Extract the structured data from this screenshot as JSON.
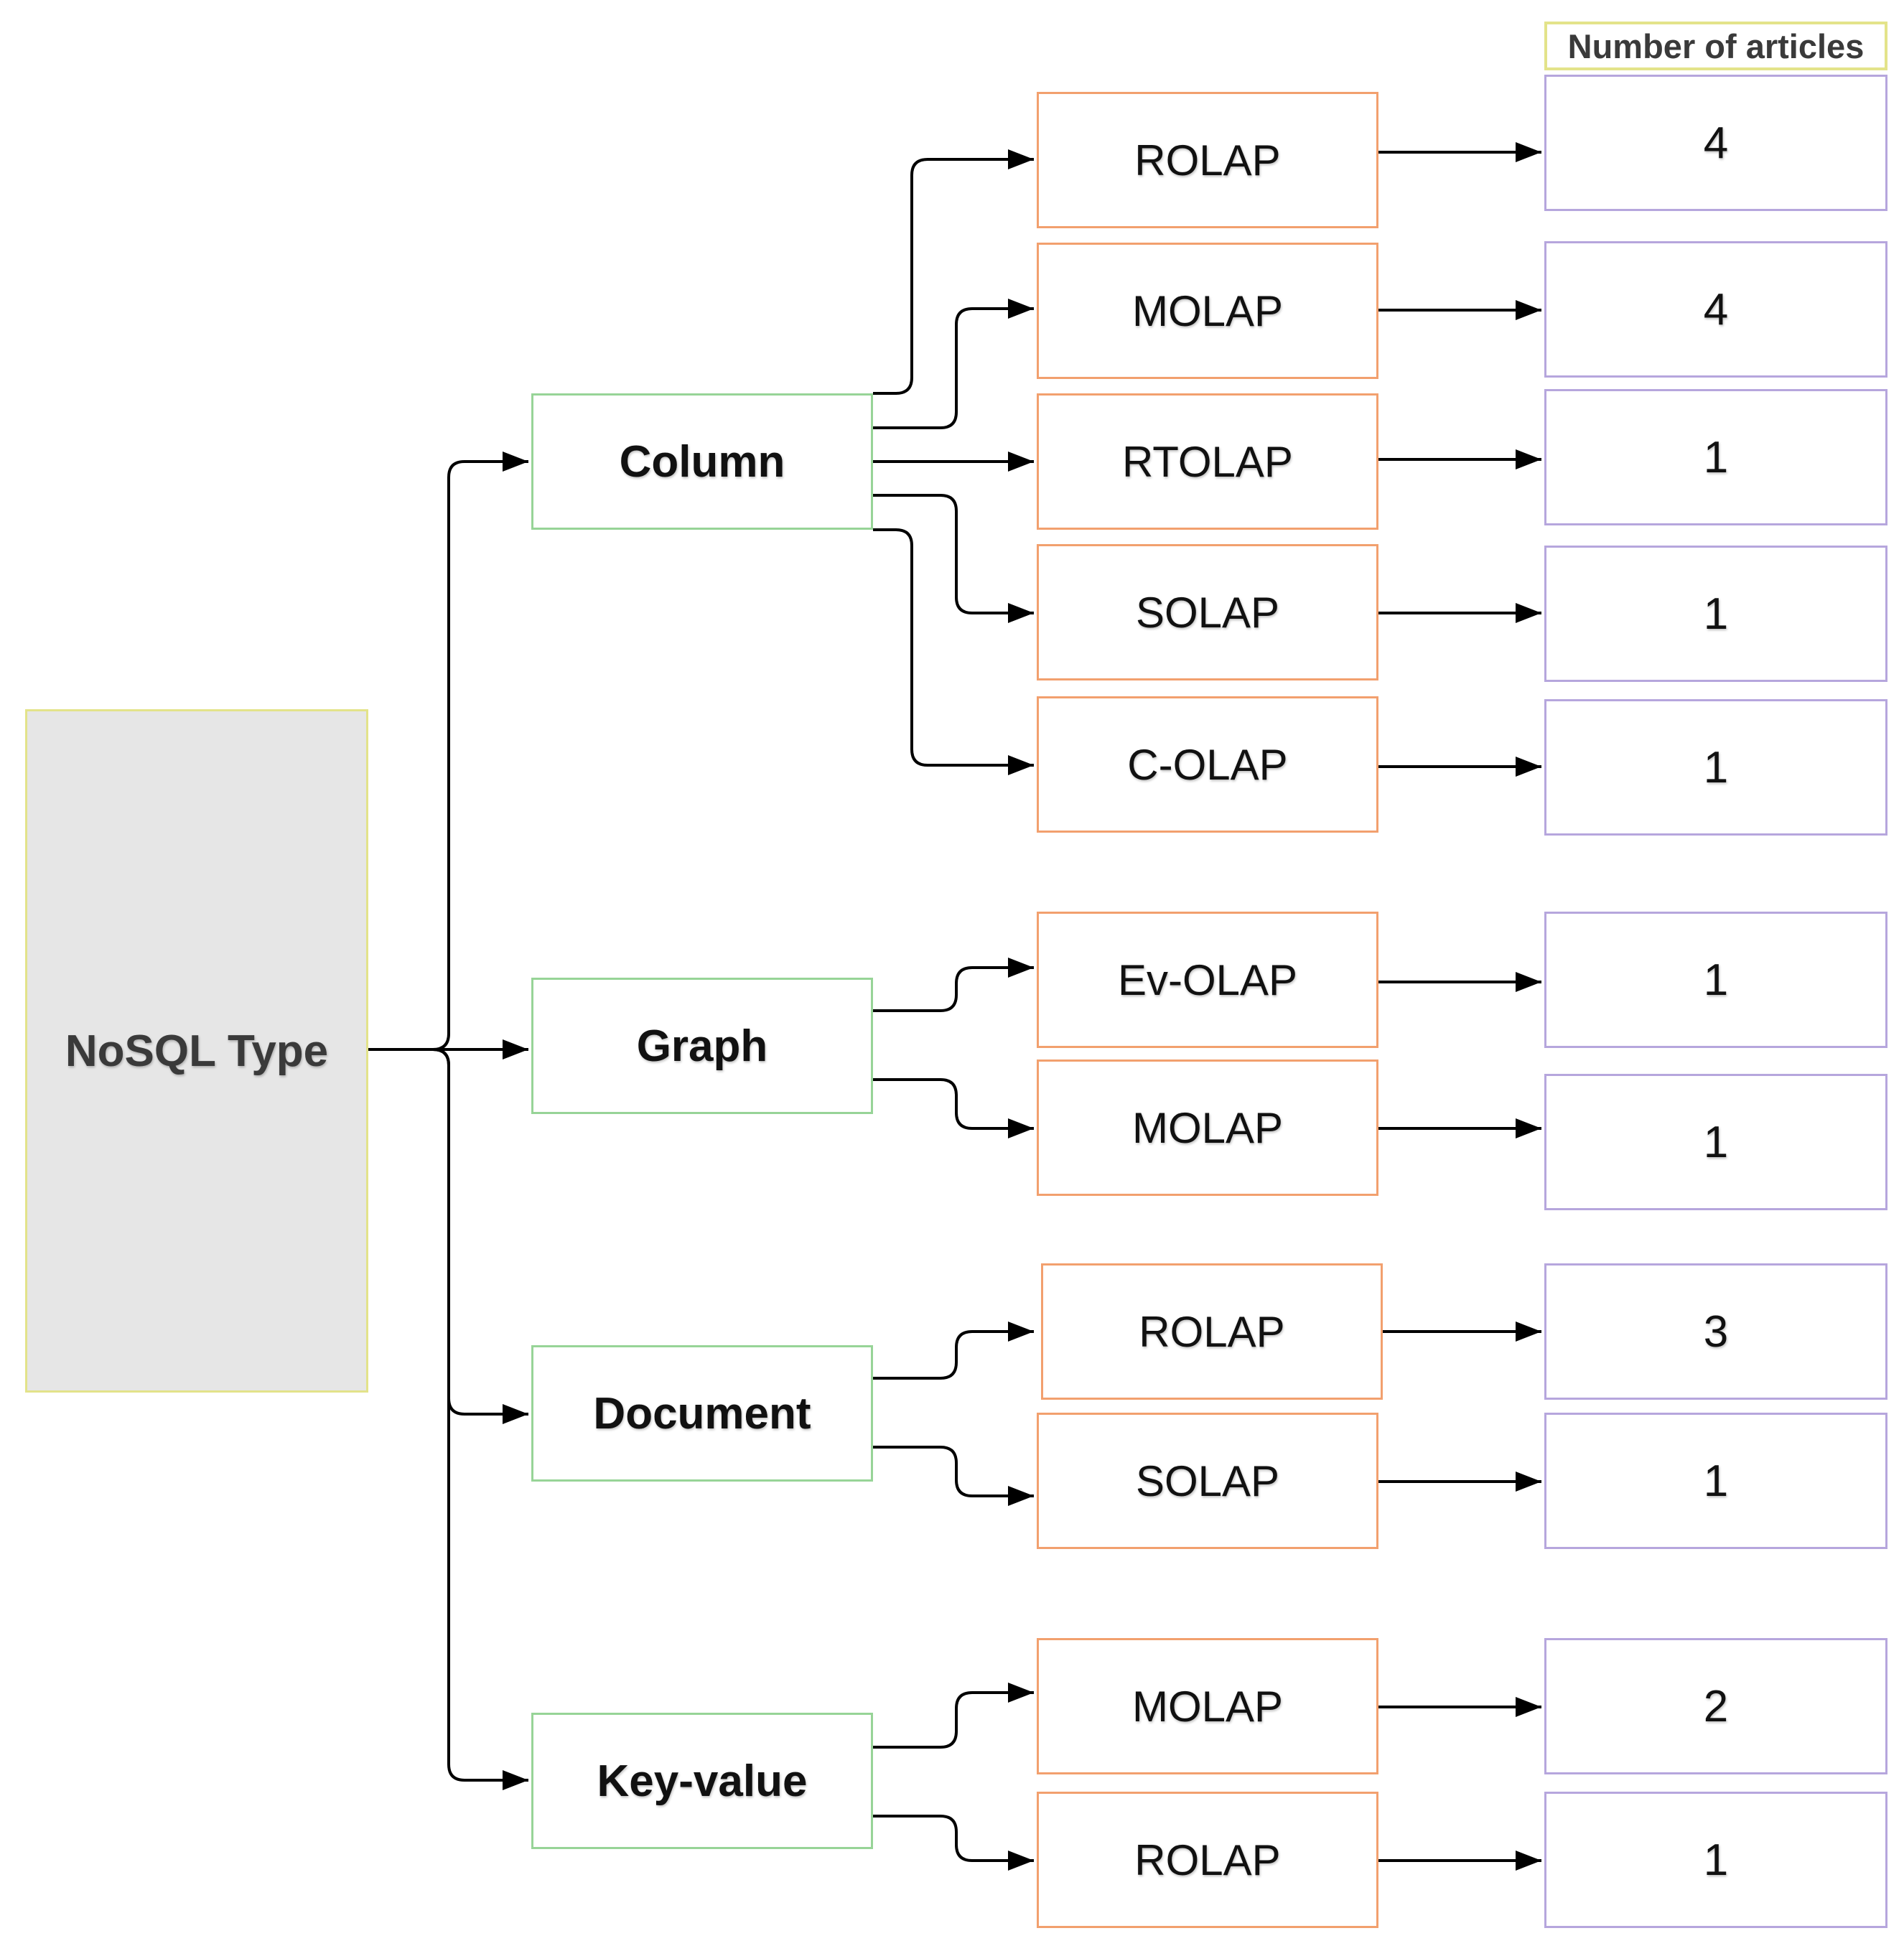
{
  "root": {
    "label": "NoSQL Type"
  },
  "header": {
    "label": "Number of articles"
  },
  "types": [
    {
      "label": "Column",
      "children": [
        {
          "olap": "ROLAP",
          "count": "4"
        },
        {
          "olap": "MOLAP",
          "count": "4"
        },
        {
          "olap": "RTOLAP",
          "count": "1"
        },
        {
          "olap": "SOLAP",
          "count": "1"
        },
        {
          "olap": "C-OLAP",
          "count": "1"
        }
      ]
    },
    {
      "label": "Graph",
      "children": [
        {
          "olap": "Ev-OLAP",
          "count": "1"
        },
        {
          "olap": "MOLAP",
          "count": "1"
        }
      ]
    },
    {
      "label": "Document",
      "children": [
        {
          "olap": "ROLAP",
          "count": "3"
        },
        {
          "olap": "SOLAP",
          "count": "1"
        }
      ]
    },
    {
      "label": "Key-value",
      "children": [
        {
          "olap": "MOLAP",
          "count": "2"
        },
        {
          "olap": "ROLAP",
          "count": "1"
        }
      ]
    }
  ]
}
